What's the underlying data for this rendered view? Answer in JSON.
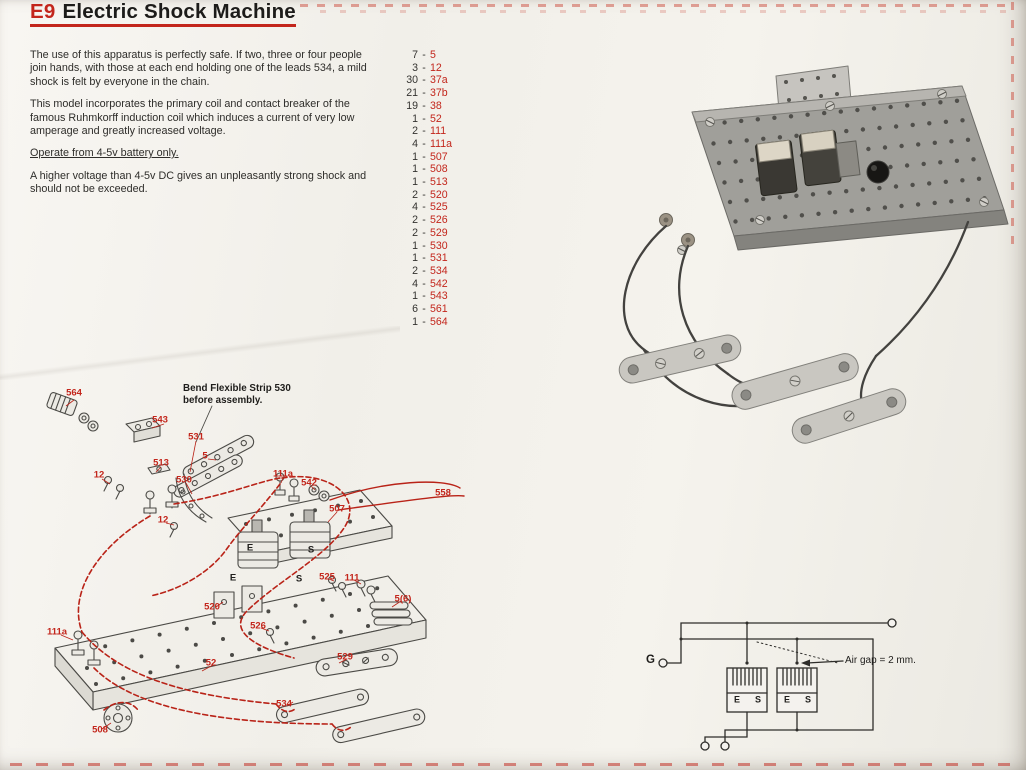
{
  "header": {
    "model_code": "E9",
    "title": "Electric Shock Machine"
  },
  "intro": {
    "para1": "The use of this apparatus is perfectly safe. If two, three or four people join hands, with those at each end holding one of the leads 534, a mild shock is felt by everyone in the chain.",
    "para2": "This model incorporates the primary coil and contact breaker of the famous Ruhmkorff induction coil which induces a current of very low amperage and greatly increased voltage.",
    "para3": "Operate from 4-5v battery only.",
    "para4": "A higher voltage than 4-5v DC gives an unpleasantly strong shock and should not be exceeded."
  },
  "parts_list": {
    "separator": "-",
    "rows": [
      {
        "qty": "7",
        "part": "5"
      },
      {
        "qty": "3",
        "part": "12"
      },
      {
        "qty": "30",
        "part": "37a"
      },
      {
        "qty": "21",
        "part": "37b"
      },
      {
        "qty": "19",
        "part": "38"
      },
      {
        "qty": "1",
        "part": "52"
      },
      {
        "qty": "2",
        "part": "111"
      },
      {
        "qty": "4",
        "part": "111a"
      },
      {
        "qty": "1",
        "part": "507"
      },
      {
        "qty": "1",
        "part": "508"
      },
      {
        "qty": "1",
        "part": "513"
      },
      {
        "qty": "2",
        "part": "520"
      },
      {
        "qty": "4",
        "part": "525"
      },
      {
        "qty": "2",
        "part": "526"
      },
      {
        "qty": "2",
        "part": "529"
      },
      {
        "qty": "1",
        "part": "530"
      },
      {
        "qty": "1",
        "part": "531"
      },
      {
        "qty": "2",
        "part": "534"
      },
      {
        "qty": "4",
        "part": "542"
      },
      {
        "qty": "1",
        "part": "543"
      },
      {
        "qty": "6",
        "part": "561"
      },
      {
        "qty": "1",
        "part": "564"
      }
    ]
  },
  "assembly": {
    "note_line1": "Bend Flexible Strip 530",
    "note_line2": "before assembly.",
    "callouts": {
      "c564": "564",
      "c543": "543",
      "c531": "531",
      "c513": "513",
      "c12": "12",
      "c530": "530",
      "c5": "5",
      "c111a": "111a",
      "c542": "542",
      "c507": "507",
      "c558": "558",
      "c525": "525",
      "c111": "111",
      "c520": "520",
      "c526": "526",
      "c5_6": "5(6)",
      "c52": "52",
      "c529": "529",
      "c534": "534",
      "c508": "508",
      "e": "E",
      "s": "S"
    }
  },
  "circuit": {
    "g_label": "G",
    "air_gap_label": "Air gap = 2 mm.",
    "e_label": "E",
    "s_label": "S"
  },
  "colors": {
    "accent_red": "#c3261c",
    "text": "#2b2a27",
    "paper": "#f3f1eb"
  }
}
